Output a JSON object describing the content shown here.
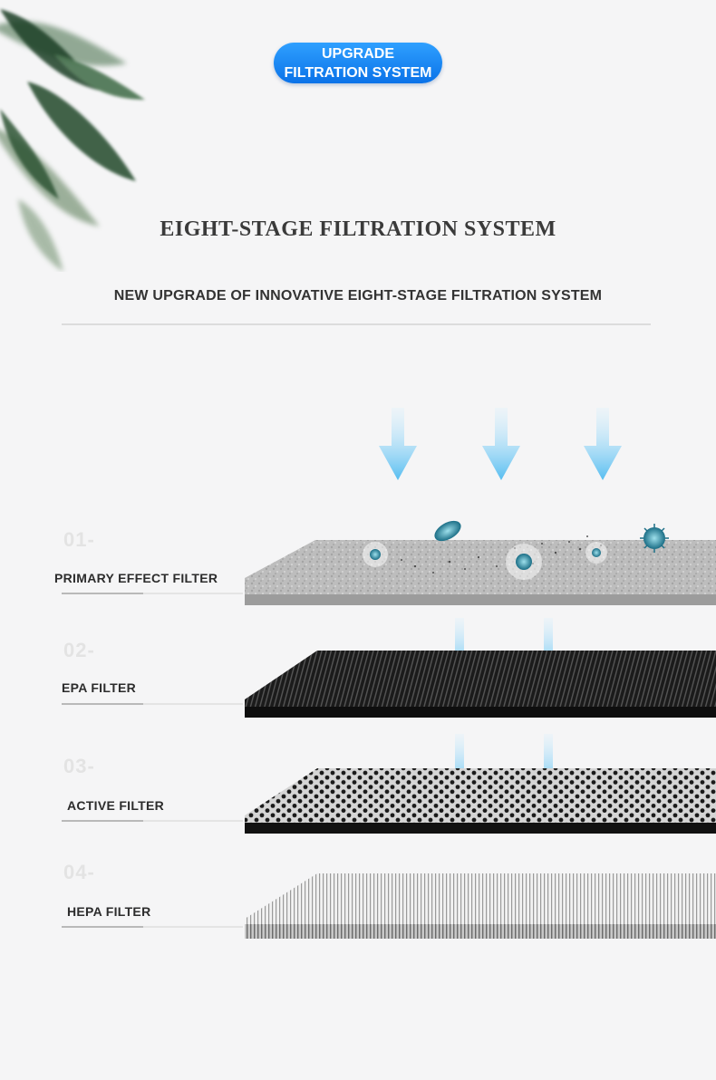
{
  "badge": {
    "line1": "UPGRADE",
    "line2": "FILTRATION SYSTEM"
  },
  "title": "EIGHT-STAGE FILTRATION SYSTEM",
  "subtitle": "NEW UPGRADE OF INNOVATIVE EIGHT-STAGE FILTRATION SYSTEM",
  "filters": [
    {
      "number": "01-",
      "label": "PRIMARY EFFECT FILTER"
    },
    {
      "number": "02-",
      "label": "EPA FILTER"
    },
    {
      "number": "03-",
      "label": "ACTIVE FILTER"
    },
    {
      "number": "04-",
      "label": "HEPA FILTER"
    }
  ],
  "colors": {
    "badge": "#0a72e8",
    "arrow": "#5cc0f0",
    "background": "#f5f5f6"
  }
}
